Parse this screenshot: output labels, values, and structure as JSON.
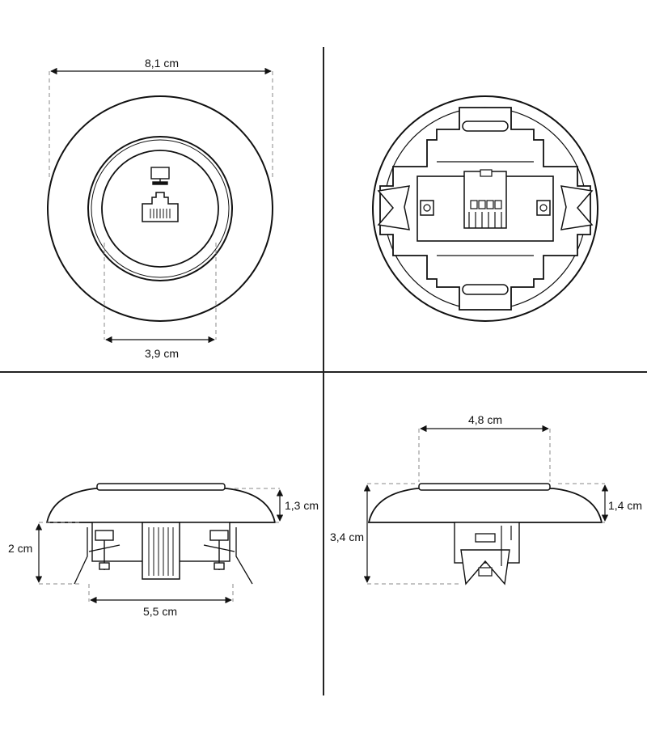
{
  "colors": {
    "ink": "#111111",
    "dash": "#8a8a8a",
    "background": "#ffffff"
  },
  "icons": [
    "monitor-icon",
    "rj45-port-icon"
  ],
  "panels": {
    "front_view": {
      "width_label": "8,1 cm",
      "inner_label": "3,9 cm"
    },
    "rear_view": {},
    "side_view_left": {
      "height_label": "2 cm",
      "cover_label": "1,3 cm",
      "base_label": "5,5 cm"
    },
    "side_view_right": {
      "top_label": "4,8 cm",
      "total_label": "3,4 cm",
      "cover_label": "1,4 cm"
    }
  }
}
